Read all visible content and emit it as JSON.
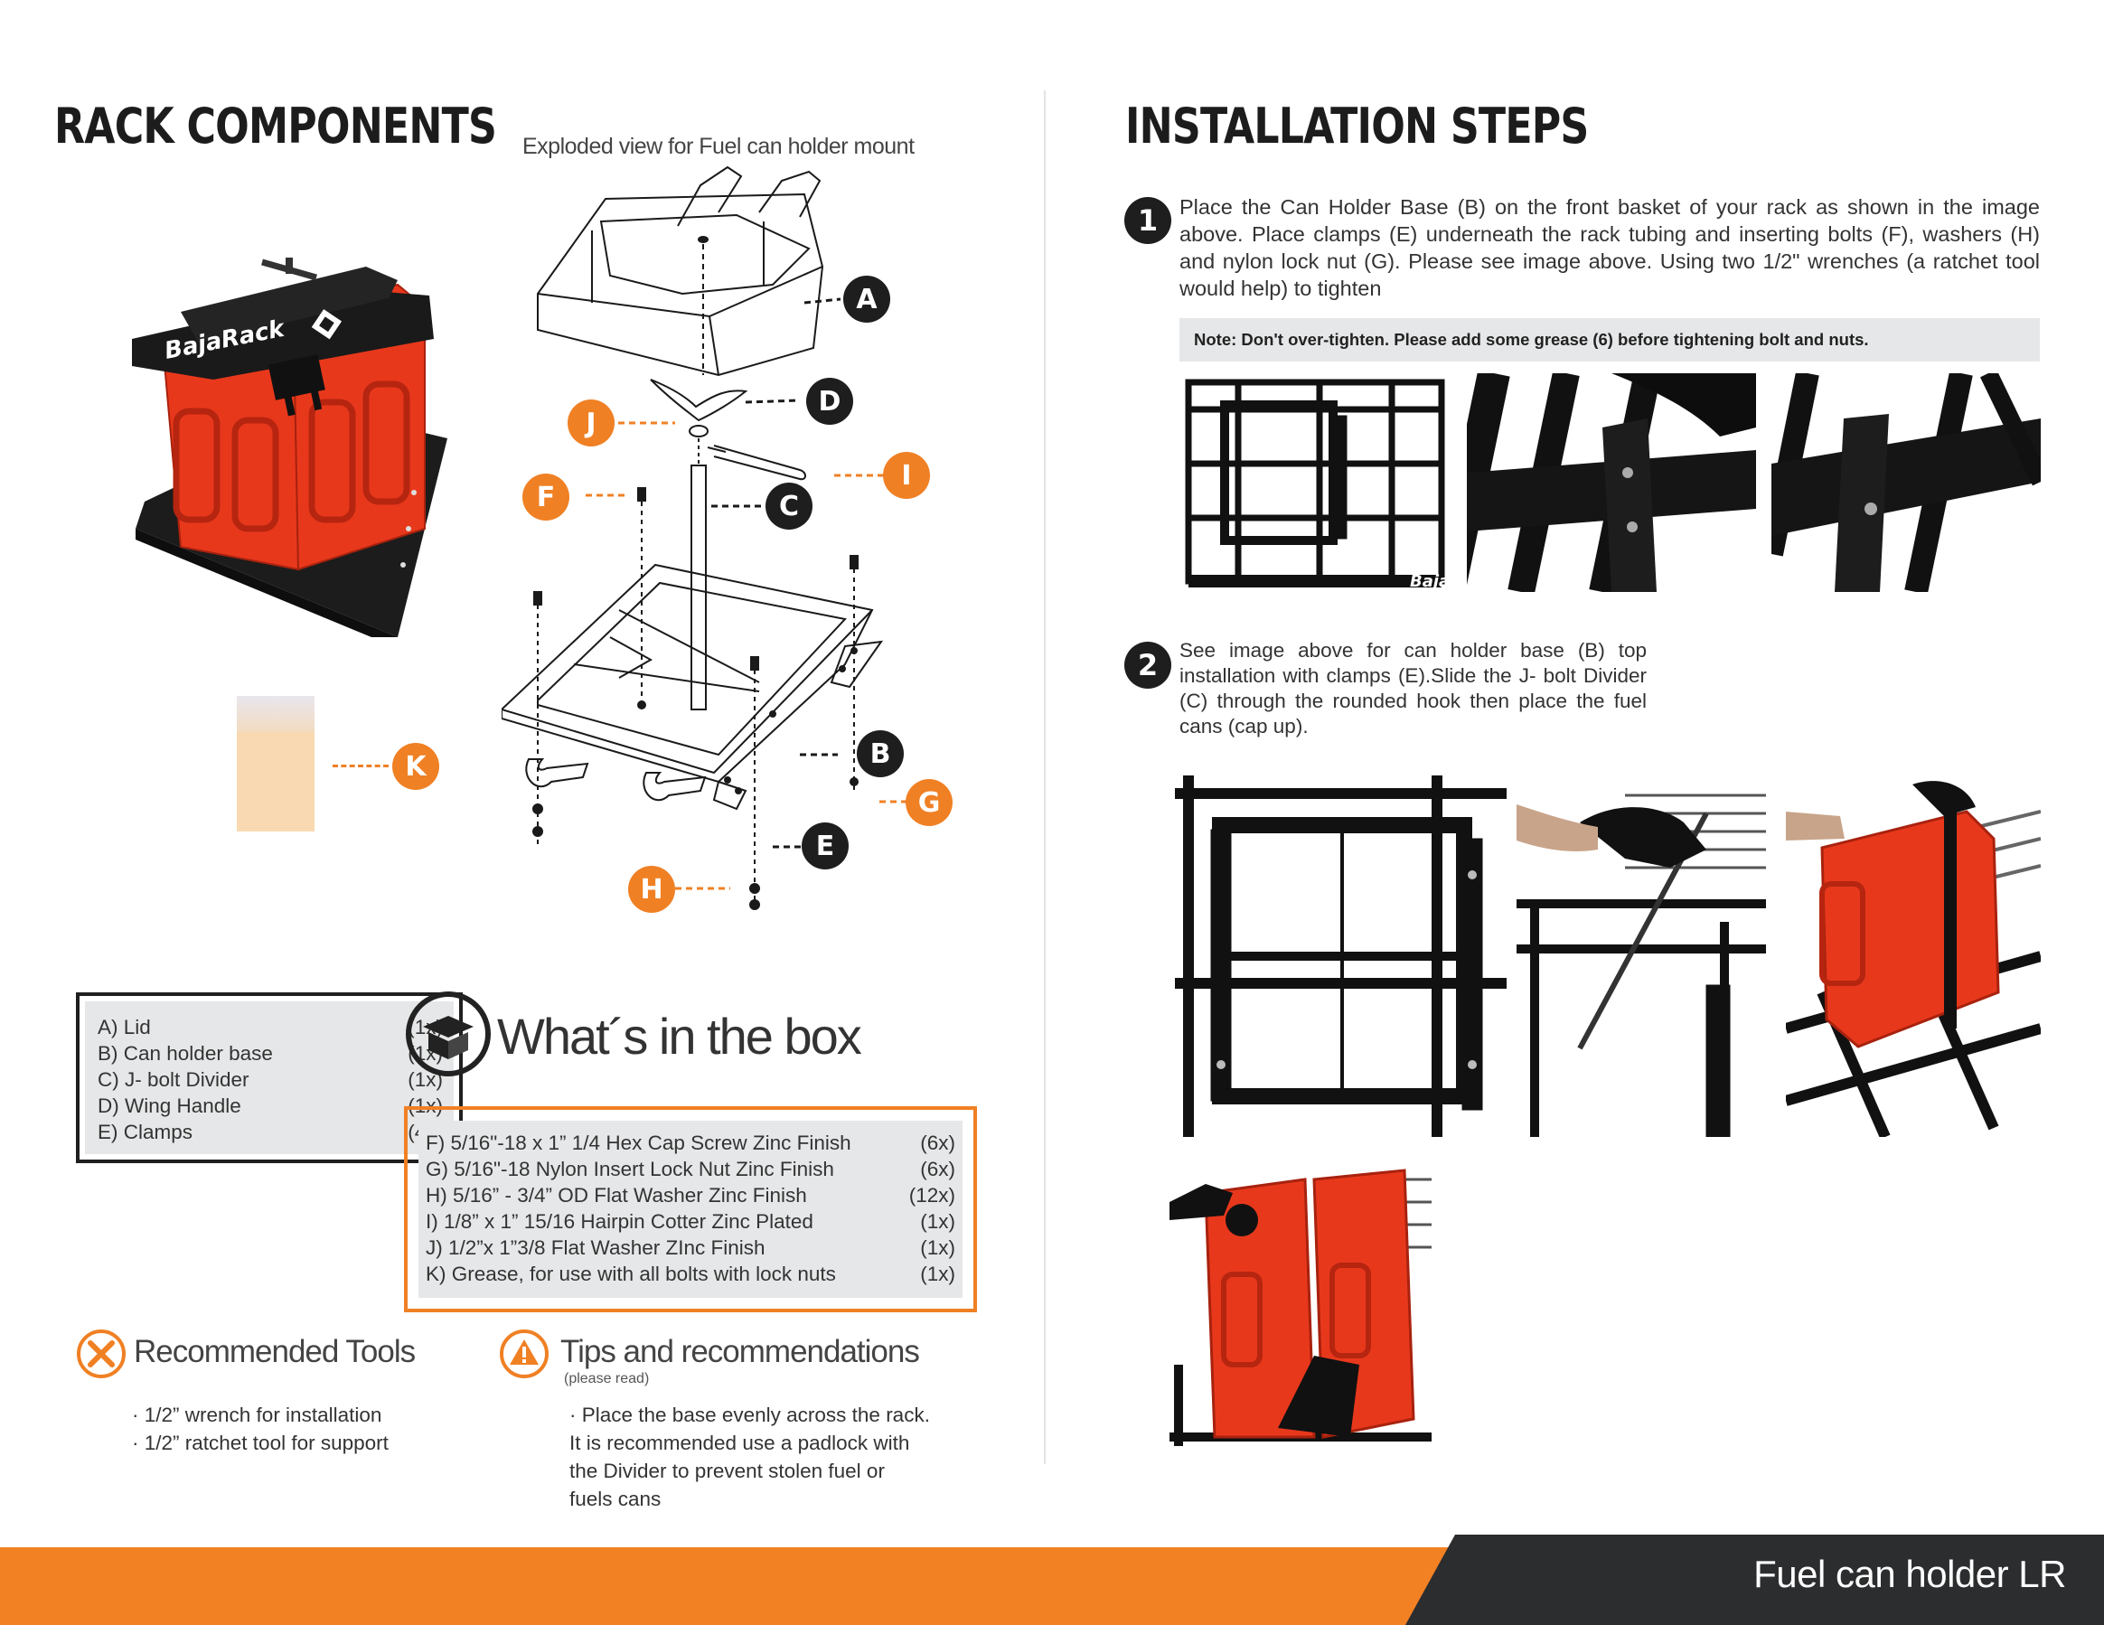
{
  "left": {
    "title": "RACK COMPONENTS",
    "exploded_caption": "Exploded view for Fuel can holder mount",
    "product_brand": "BajaRack",
    "callouts": [
      "A",
      "B",
      "C",
      "D",
      "E",
      "F",
      "G",
      "H",
      "I",
      "J",
      "K"
    ],
    "parts": [
      {
        "label": "A) Lid",
        "qty": "(1x)"
      },
      {
        "label": "B) Can holder base",
        "qty": "(1x)"
      },
      {
        "label": "C) J- bolt Divider",
        "qty": "(1x)"
      },
      {
        "label": "D) Wing Handle",
        "qty": "(1x)"
      },
      {
        "label": "E) Clamps",
        "qty": "(4x)"
      }
    ],
    "box_title": "What´s in the box",
    "hardware": [
      {
        "label": "F) 5/16\"-18 x 1” 1/4 Hex Cap Screw Zinc Finish",
        "qty": "(6x)"
      },
      {
        "label": "G) 5/16\"-18  Nylon Insert Lock Nut Zinc Finish",
        "qty": "(6x)"
      },
      {
        "label": "H) 5/16” - 3/4” OD Flat Washer Zinc Finish",
        "qty": "(12x)"
      },
      {
        "label": "I) 1/8” x 1” 15/16 Hairpin Cotter Zinc Plated",
        "qty": "(1x)"
      },
      {
        "label": "J) 1/2”x 1”3/8 Flat Washer ZInc Finish",
        "qty": "(1x)"
      },
      {
        "label": "K) Grease, for use with all bolts with lock nuts",
        "qty": "(1x)"
      }
    ],
    "tools": {
      "title": "Recommended Tools",
      "items": [
        "· 1/2” wrench for installation",
        "· 1/2” ratchet tool for support"
      ]
    },
    "tips": {
      "title": "Tips and recommendations",
      "subtitle": "(please read)",
      "text": "· Place the base evenly across the rack. It is recommended use a padlock with the Divider to prevent stolen fuel or fuels cans"
    }
  },
  "right": {
    "title": "INSTALLATION STEPS",
    "steps": [
      {
        "num": "1",
        "text": "Place the Can Holder Base (B) on the front basket of your rack as shown in the image above. Place clamps (E) underneath the rack tubing and inserting bolts (F), washers (H) and nylon lock nut (G). Please see image above. Using two 1/2\" wrenches (a ratchet tool would help) to tighten"
      },
      {
        "num": "2",
        "text": "See image above for can holder base (B) top installation with clamps (E).Slide the J- bolt Divider (C) through the rounded hook then place the fuel cans (cap up)."
      }
    ],
    "note": "Note: Don't over-tighten. Please add some grease (6) before tightening bolt and nuts.",
    "photo_mark": "Baja"
  },
  "footer": {
    "title": "Fuel can holder LR"
  },
  "colors": {
    "accent": "#f28124",
    "dark": "#2c2d2f",
    "panel": "#e6e7e8",
    "can_red": "#e8381c"
  }
}
